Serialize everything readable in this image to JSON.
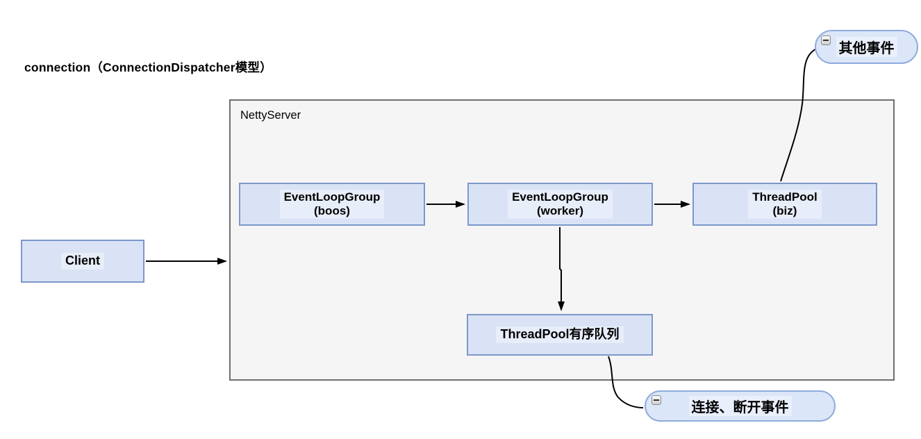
{
  "title": "connection（ConnectionDispatcher模型）",
  "container": {
    "label": "NettyServer"
  },
  "nodes": {
    "client": {
      "label": "Client"
    },
    "boss": {
      "line1": "EventLoopGroup",
      "line2": "(boos)"
    },
    "worker": {
      "line1": "EventLoopGroup",
      "line2": "(worker)"
    },
    "biz": {
      "line1": "ThreadPool",
      "line2": "(biz)"
    },
    "queue": {
      "label": "ThreadPool有序队列"
    }
  },
  "bubbles": {
    "other_events": {
      "label": "其他事件",
      "icon": "collapse-minus-icon"
    },
    "connect_events": {
      "label": "连接、断开事件",
      "icon": "collapse-minus-icon"
    }
  },
  "colors": {
    "node_fill": "#d9e3f5",
    "node_border": "#7d97c9",
    "bubble_fill": "#dbe6f8",
    "bubble_border": "#8fabdc",
    "container_fill": "#f5f5f5",
    "container_border": "#6e6e6e",
    "arrow": "#000000"
  }
}
